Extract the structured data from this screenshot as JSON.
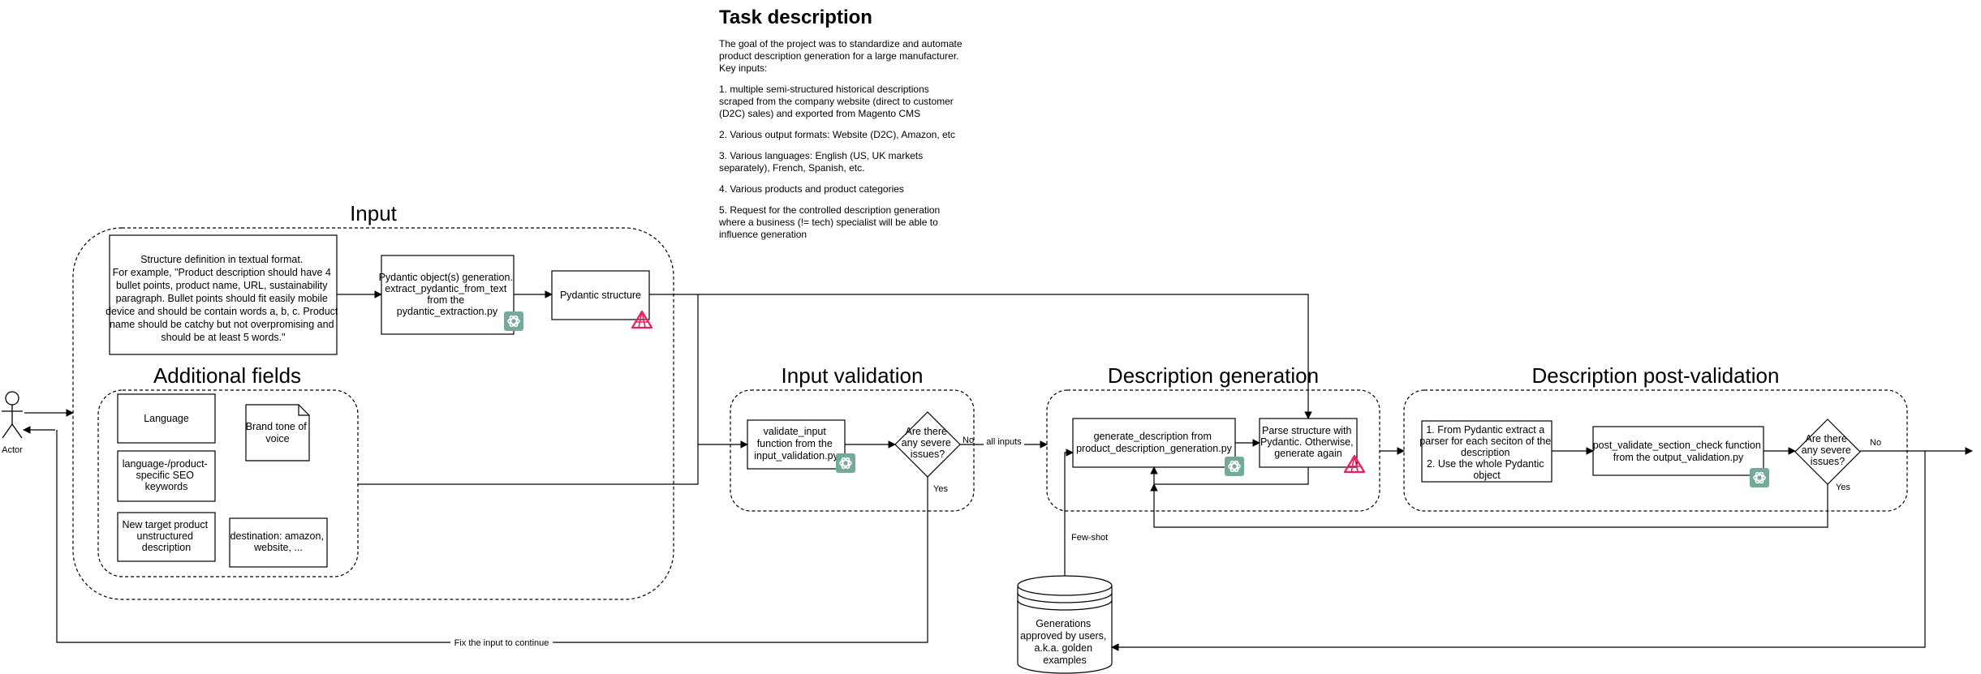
{
  "task": {
    "title": "Task description",
    "paragraphs": [
      "The goal of the project was to standardize and automate product description generation for a large manufacturer. Key inputs:",
      "1. multiple semi-structured historical descriptions scraped from the company website (direct to customer (D2C) sales) and exported from Magento CMS",
      "2. Various output formats: Website (D2C), Amazon, etc",
      "3. Various languages: English (US, UK markets separately), French, Spanish, etc.",
      "4. Various products and product categories",
      "5. Request for the controlled description generation where a business (!= tech) specialist will be able to influence generation"
    ]
  },
  "regions": {
    "input": "Input",
    "additional_fields": "Additional fields",
    "input_validation": "Input validation",
    "description_generation": "Description generation",
    "post_validation": "Description post-validation"
  },
  "actor": {
    "label": "Actor"
  },
  "nodes": {
    "structure_definition": [
      "Structure definition in textual format.",
      "For example, \"Product description should have 4",
      "bullet points, product name, URL, sustainability",
      "paragraph. Bullet points should fit easily mobile",
      "device and should be contain words a, b, c. Product",
      "name should be catchy but not overpromising and",
      "should be at least 5 words.\""
    ],
    "pydantic_generation": [
      "Pydantic object(s) generation.",
      "extract_pydantic_from_text",
      "from the",
      "pydantic_extraction.py"
    ],
    "pydantic_structure": "Pydantic structure",
    "language": "Language",
    "brand_tone": [
      "Brand tone of",
      "voice"
    ],
    "seo_keywords": [
      "language-/product-",
      "specific SEO",
      "keywords"
    ],
    "new_product": [
      "New target product",
      "unstructured",
      "description"
    ],
    "destination": [
      "destination: amazon,",
      "website, ..."
    ],
    "validate_input": [
      "validate_input",
      "function from the",
      "input_validation.py"
    ],
    "input_decision": [
      "Are there",
      "any severe",
      "issues?"
    ],
    "generate_description": [
      "generate_description from",
      "product_description_generation.py"
    ],
    "parse_structure": [
      "Parse structure with",
      "Pydantic. Otherwise,",
      "generate again"
    ],
    "extract_parser": [
      "1. From Pydantic extract a",
      "parser for each seciton of the",
      "description",
      "2. Use the whole Pydantic",
      "object"
    ],
    "post_validate": [
      "post_validate_section_check function",
      "from the output_validation.py"
    ],
    "post_decision": [
      "Are there",
      "any severe",
      "issues?"
    ],
    "golden_examples": [
      "Generations",
      "approved by users,",
      "a.k.a. golden",
      "examples"
    ]
  },
  "edge_labels": {
    "no_1": "No",
    "all_inputs": "all inputs",
    "yes_1": "Yes",
    "fix_input": "Fix the input to continue",
    "few_shot": "Few-shot",
    "no_2": "No",
    "yes_2": "Yes"
  },
  "icons": {
    "llm": "openai-logo-icon",
    "pydantic": "pydantic-logo-icon"
  },
  "colors": {
    "llm_icon": "#74aa9c",
    "pydantic_icon": "#e92063"
  }
}
